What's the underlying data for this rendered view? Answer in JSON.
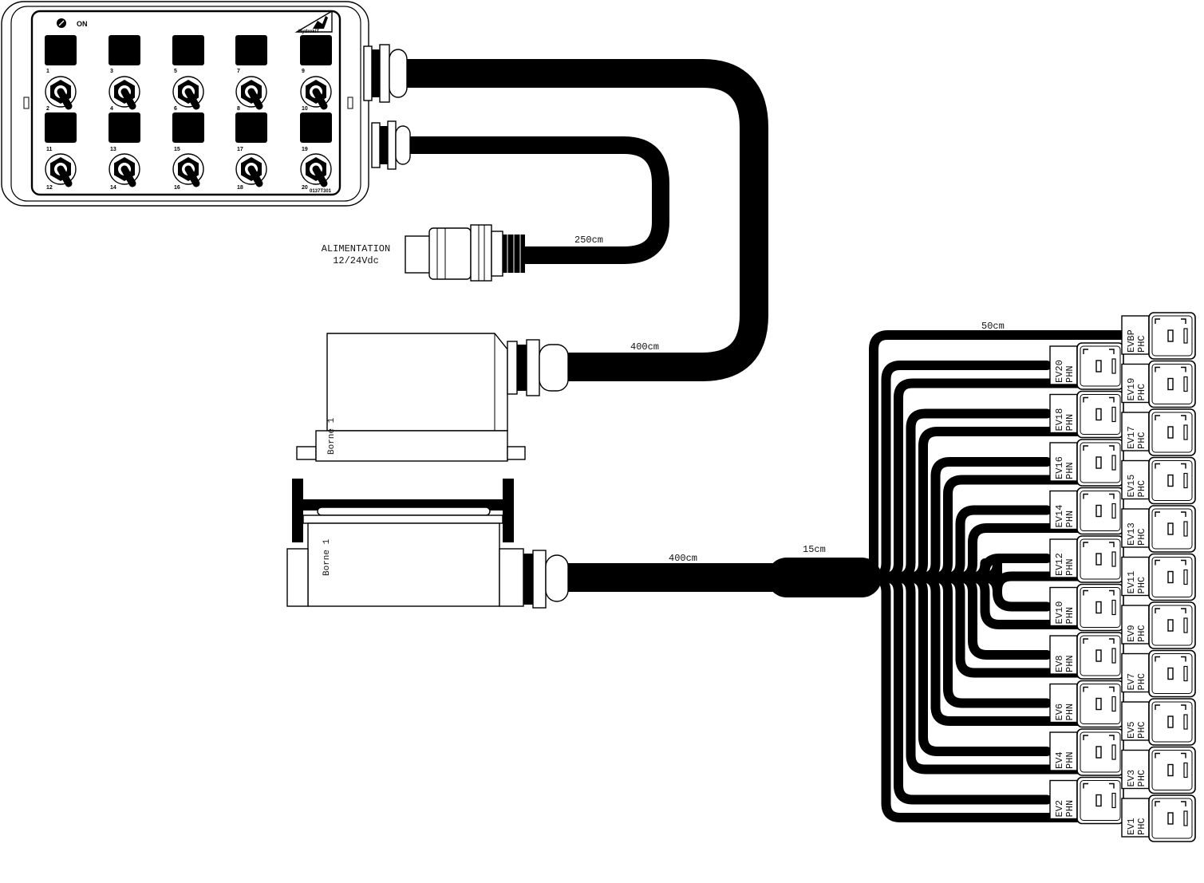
{
  "control_box": {
    "on_label": "ON",
    "brand": "HydrokiT",
    "part_number": "0137T301",
    "switch_numbers_row1_top": [
      "1",
      "3",
      "5",
      "7",
      "9"
    ],
    "switch_numbers_row1_bottom": [
      "2",
      "4",
      "6",
      "8",
      "10"
    ],
    "switch_numbers_row2_top": [
      "11",
      "13",
      "15",
      "17",
      "19"
    ],
    "switch_numbers_row2_bottom": [
      "12",
      "14",
      "16",
      "18",
      "20"
    ]
  },
  "power": {
    "line1": "ALIMENTATION",
    "line2": "12/24Vdc",
    "cable_length": "250cm"
  },
  "cables": {
    "upper_length": "400cm",
    "lower_length": "400cm",
    "trunk_length": "15cm",
    "branch_length": "50cm"
  },
  "terminal_labels": {
    "top": "Borne 1",
    "bottom": "Borne 1"
  },
  "connectors_left": [
    {
      "line1": "EV20",
      "line2": "PHN"
    },
    {
      "line1": "EV18",
      "line2": "PHN"
    },
    {
      "line1": "EV16",
      "line2": "PHN"
    },
    {
      "line1": "EV14",
      "line2": "PHN"
    },
    {
      "line1": "EV12",
      "line2": "PHN"
    },
    {
      "line1": "EV10",
      "line2": "PHN"
    },
    {
      "line1": "EV8",
      "line2": "PHN"
    },
    {
      "line1": "EV6",
      "line2": "PHN"
    },
    {
      "line1": "EV4",
      "line2": "PHN"
    },
    {
      "line1": "EV2",
      "line2": "PHN"
    }
  ],
  "connectors_right": [
    {
      "line1": "EVBP",
      "line2": "PHC"
    },
    {
      "line1": "EV19",
      "line2": "PHC"
    },
    {
      "line1": "EV17",
      "line2": "PHC"
    },
    {
      "line1": "EV15",
      "line2": "PHC"
    },
    {
      "line1": "EV13",
      "line2": "PHC"
    },
    {
      "line1": "EV11",
      "line2": "PHC"
    },
    {
      "line1": "EV9",
      "line2": "PHC"
    },
    {
      "line1": "EV7",
      "line2": "PHC"
    },
    {
      "line1": "EV5",
      "line2": "PHC"
    },
    {
      "line1": "EV3",
      "line2": "PHC"
    },
    {
      "line1": "EV1",
      "line2": "PHC"
    }
  ]
}
